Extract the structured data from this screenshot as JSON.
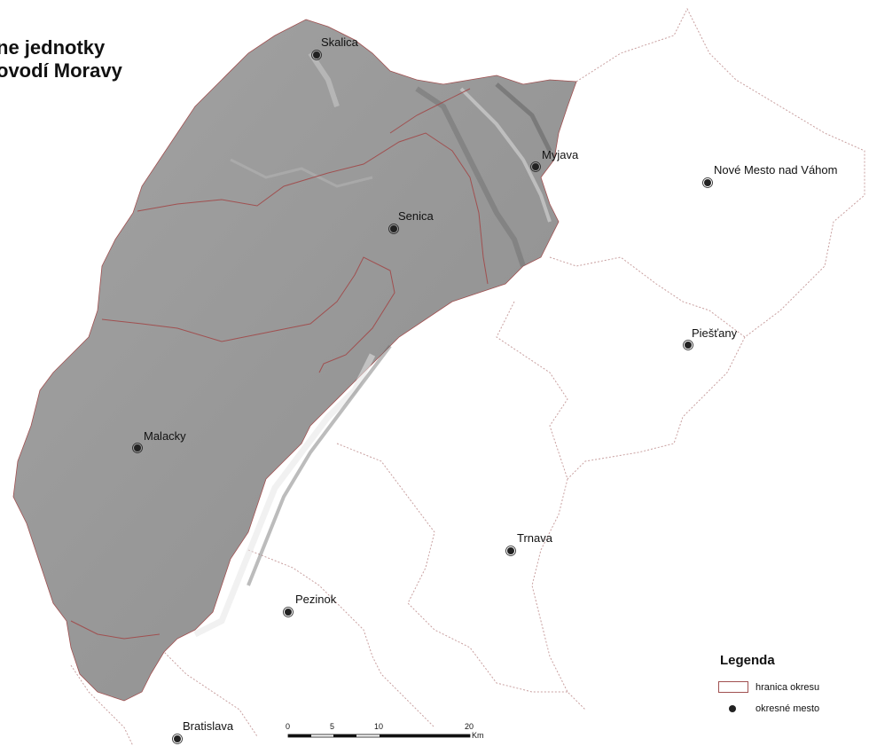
{
  "title": {
    "line1": "ne jednotky",
    "line2": "ovodí Moravy"
  },
  "towns": [
    {
      "name": "Skalica",
      "key": "skalica"
    },
    {
      "name": "Myjava",
      "key": "myjava"
    },
    {
      "name": "Nové Mesto nad Váhom",
      "key": "nove-mesto"
    },
    {
      "name": "Senica",
      "key": "senica"
    },
    {
      "name": "Piešťany",
      "key": "piestany"
    },
    {
      "name": "Malacky",
      "key": "malacky"
    },
    {
      "name": "Trnava",
      "key": "trnava"
    },
    {
      "name": "Pezinok",
      "key": "pezinok"
    },
    {
      "name": "Bratislava",
      "key": "bratislava"
    }
  ],
  "legend": {
    "title": "Legenda",
    "boundary_label": "hranica okresu",
    "town_label": "okresné mesto"
  },
  "scale": {
    "ticks": [
      "0",
      "5",
      "10",
      "20"
    ],
    "unit": "Km"
  },
  "colors": {
    "relief": "#9a9a9a",
    "boundary": "#a05050",
    "outer_boundary": "#c9a0a0",
    "town_dot": "#222222"
  }
}
